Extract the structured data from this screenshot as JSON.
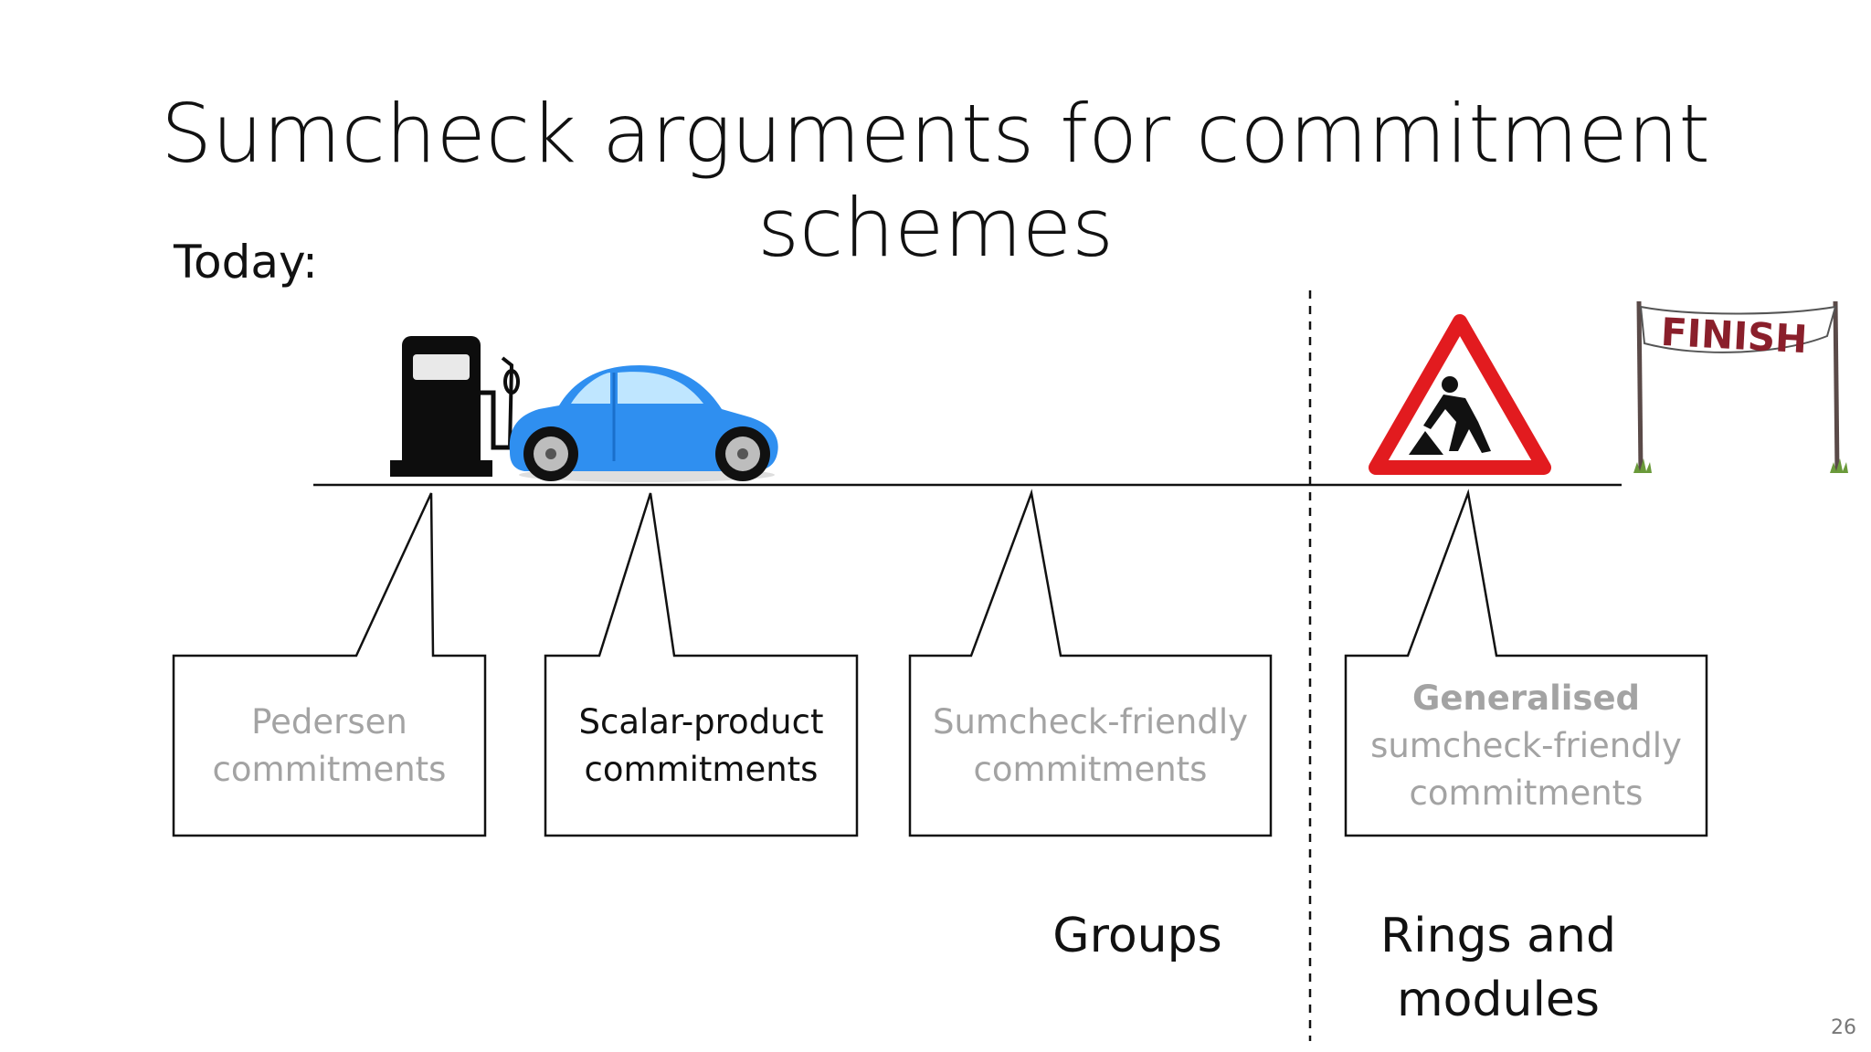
{
  "slide": {
    "title": "Sumcheck arguments for commitment schemes",
    "subtitle": "Today:",
    "page_number": "26"
  },
  "milestones": [
    {
      "lines": [
        "Pedersen",
        "commitments"
      ],
      "style": "muted"
    },
    {
      "lines": [
        "Scalar-product",
        "commitments"
      ],
      "style": "dark"
    },
    {
      "lines": [
        "Sumcheck-friendly",
        "commitments"
      ],
      "style": "muted"
    },
    {
      "lines": [
        "Generalised",
        "sumcheck-friendly",
        "commitments"
      ],
      "style": "muted"
    }
  ],
  "regions": {
    "left": "Groups",
    "right_line1": "Rings and",
    "right_line2": "modules"
  },
  "icons": {
    "fuel": "fuel-pump-icon",
    "car": "car-icon",
    "roadworks": "roadworks-sign-icon",
    "finish": "finish-banner-icon"
  },
  "finish_banner": "FINISH",
  "colors": {
    "car": "#2f8ff0",
    "warning_red": "#e21b1f",
    "banner_text": "#8a1f2b"
  }
}
